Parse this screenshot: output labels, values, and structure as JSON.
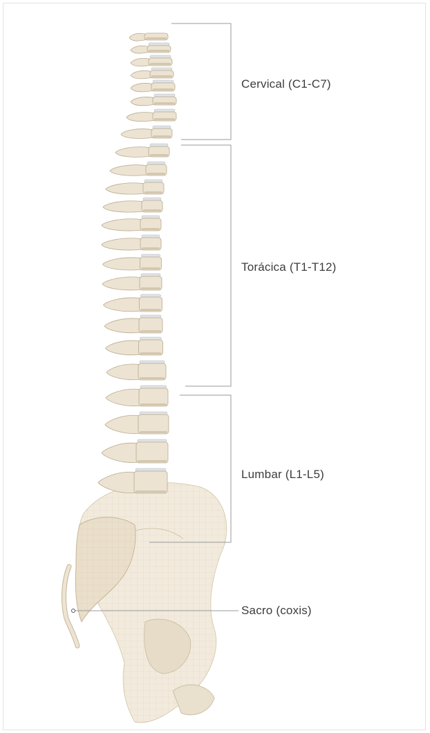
{
  "diagram": {
    "labels": {
      "cervical": "Cervical (C1-C7)",
      "toracica": "Torácica (T1-T12)",
      "lumbar": "Lumbar (L1-L5)",
      "sacro": "Sacro (coxis)"
    },
    "colors": {
      "bone": "#ece3d2",
      "bone_shadow": "#d4c7ae",
      "bone_outline": "#b9ab90",
      "disc": "#dfe3e6",
      "pelvis": "#f2ebdd",
      "leader_line": "#9a9a9a",
      "text": "#3c3c3c"
    }
  }
}
